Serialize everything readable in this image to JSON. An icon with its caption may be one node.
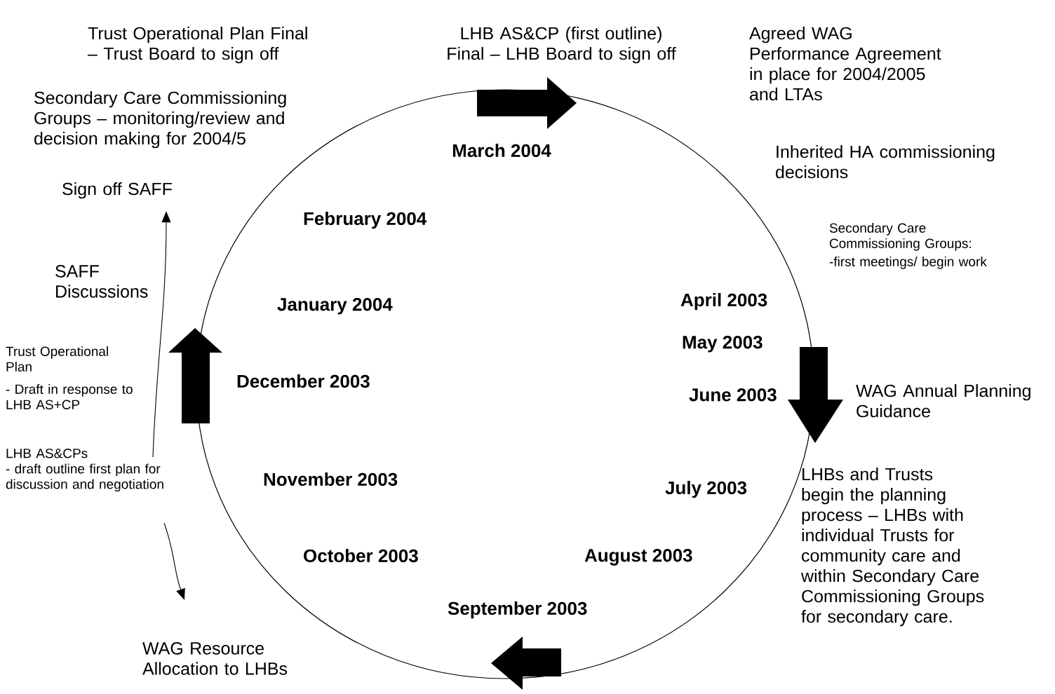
{
  "diagram": {
    "nodes": [
      {
        "text": [
          "Sign off SAFF"
        ]
      },
      {
        "text": [
          "LHB AS&CPs",
          "- draft outline first plan for discussion and negotiation"
        ]
      },
      {
        "text": [
          "WAG Resource Allocation to LHBs"
        ]
      }
    ],
    "edges": [
      {
        "from": 1,
        "to": 0,
        "arrow": "to"
      },
      {
        "from": 1,
        "to": 2,
        "arrow": "to"
      }
    ],
    "labels": [
      "Trust Operational Plan Final – Trust Board to sign off",
      "LHB AS&CP (first outline) Final – LHB Board to sign off",
      "Agreed WAG Performance Agreement in place for 2004/2005 and LTAs",
      "Secondary Care Commissioning Groups – monitoring/review and decision making for 2004/5",
      "March 2004",
      "Inherited HA commissioning decisions",
      "February 2004",
      "Secondary Care Commissioning Groups:",
      "-first meetings/ begin work",
      "SAFF Discussions",
      "January 2004",
      "April 2003",
      "Trust Operational Plan",
      "May 2003",
      "- Draft in response to LHB AS+CP",
      "December 2003",
      "June 2003",
      "WAG Annual Planning Guidance",
      "November 2003",
      "July 2003",
      "LHBs and Trusts begin the planning process – LHBs with individual Trusts for community care and within Secondary Care Commissioning Groups for secondary care.",
      "October 2003",
      "August 2003",
      "September 2003"
    ]
  }
}
